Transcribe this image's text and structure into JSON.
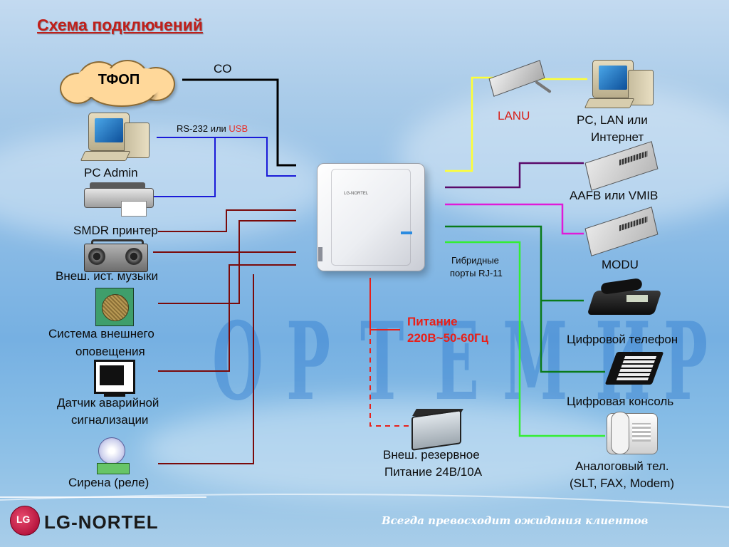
{
  "title": "Схема подключений",
  "tfop": "ТФОП",
  "labels": {
    "co": "CO",
    "rs232_prefix": "RS-232 или ",
    "usb": "USB",
    "pc_admin": "PC Admin",
    "smdr": "SMDR принтер",
    "music": "Внеш. ист. музыки",
    "paging_1": "Система внешнего",
    "paging_2": "оповещения",
    "alarm_1": "Датчик аварийной",
    "alarm_2": "сигнализации",
    "siren": "Сирена (реле)",
    "lanu": "LANU",
    "pc_lan_1": "PC, LAN или",
    "pc_lan_2": "Интернет",
    "aafb": "AAFB или VMIB",
    "modu": "MODU",
    "hybrid_1": "Гибридные",
    "hybrid_2": "порты RJ-11",
    "power_1": "Питание",
    "power_2": "220В~50-60Гц",
    "digital_phone": "Цифровой телефон",
    "digital_console": "Цифровая консоль",
    "backup_1": "Внеш. резервное",
    "backup_2": "Питание 24В/10А",
    "analog_1": "Аналоговый тел.",
    "analog_2": "(SLT, FAX, Modem)"
  },
  "pbx_logo": "LG-NORTEL",
  "watermark": [
    "О",
    "Р",
    "Т",
    "Е",
    "М",
    "И",
    "Р"
  ],
  "logo": {
    "circle": "LG",
    "text": "LG-NORTEL"
  },
  "slogan": "Всегда превосходит ожидания клиентов",
  "colors": {
    "title": "#c0201b",
    "usb": "#e8302a",
    "lanu": "#d8201a",
    "power": "#e8201a",
    "wire_co": "#000000",
    "wire_rs232": "#1a1ad8",
    "wire_left": "#7a0a0a",
    "wire_lan": "#ffff33",
    "wire_aafb": "#5a0a6a",
    "wire_modu": "#e01ad8",
    "wire_hybrid": "#0a7a1a",
    "wire_analog": "#33ee33",
    "wire_power": "#e8201a"
  }
}
